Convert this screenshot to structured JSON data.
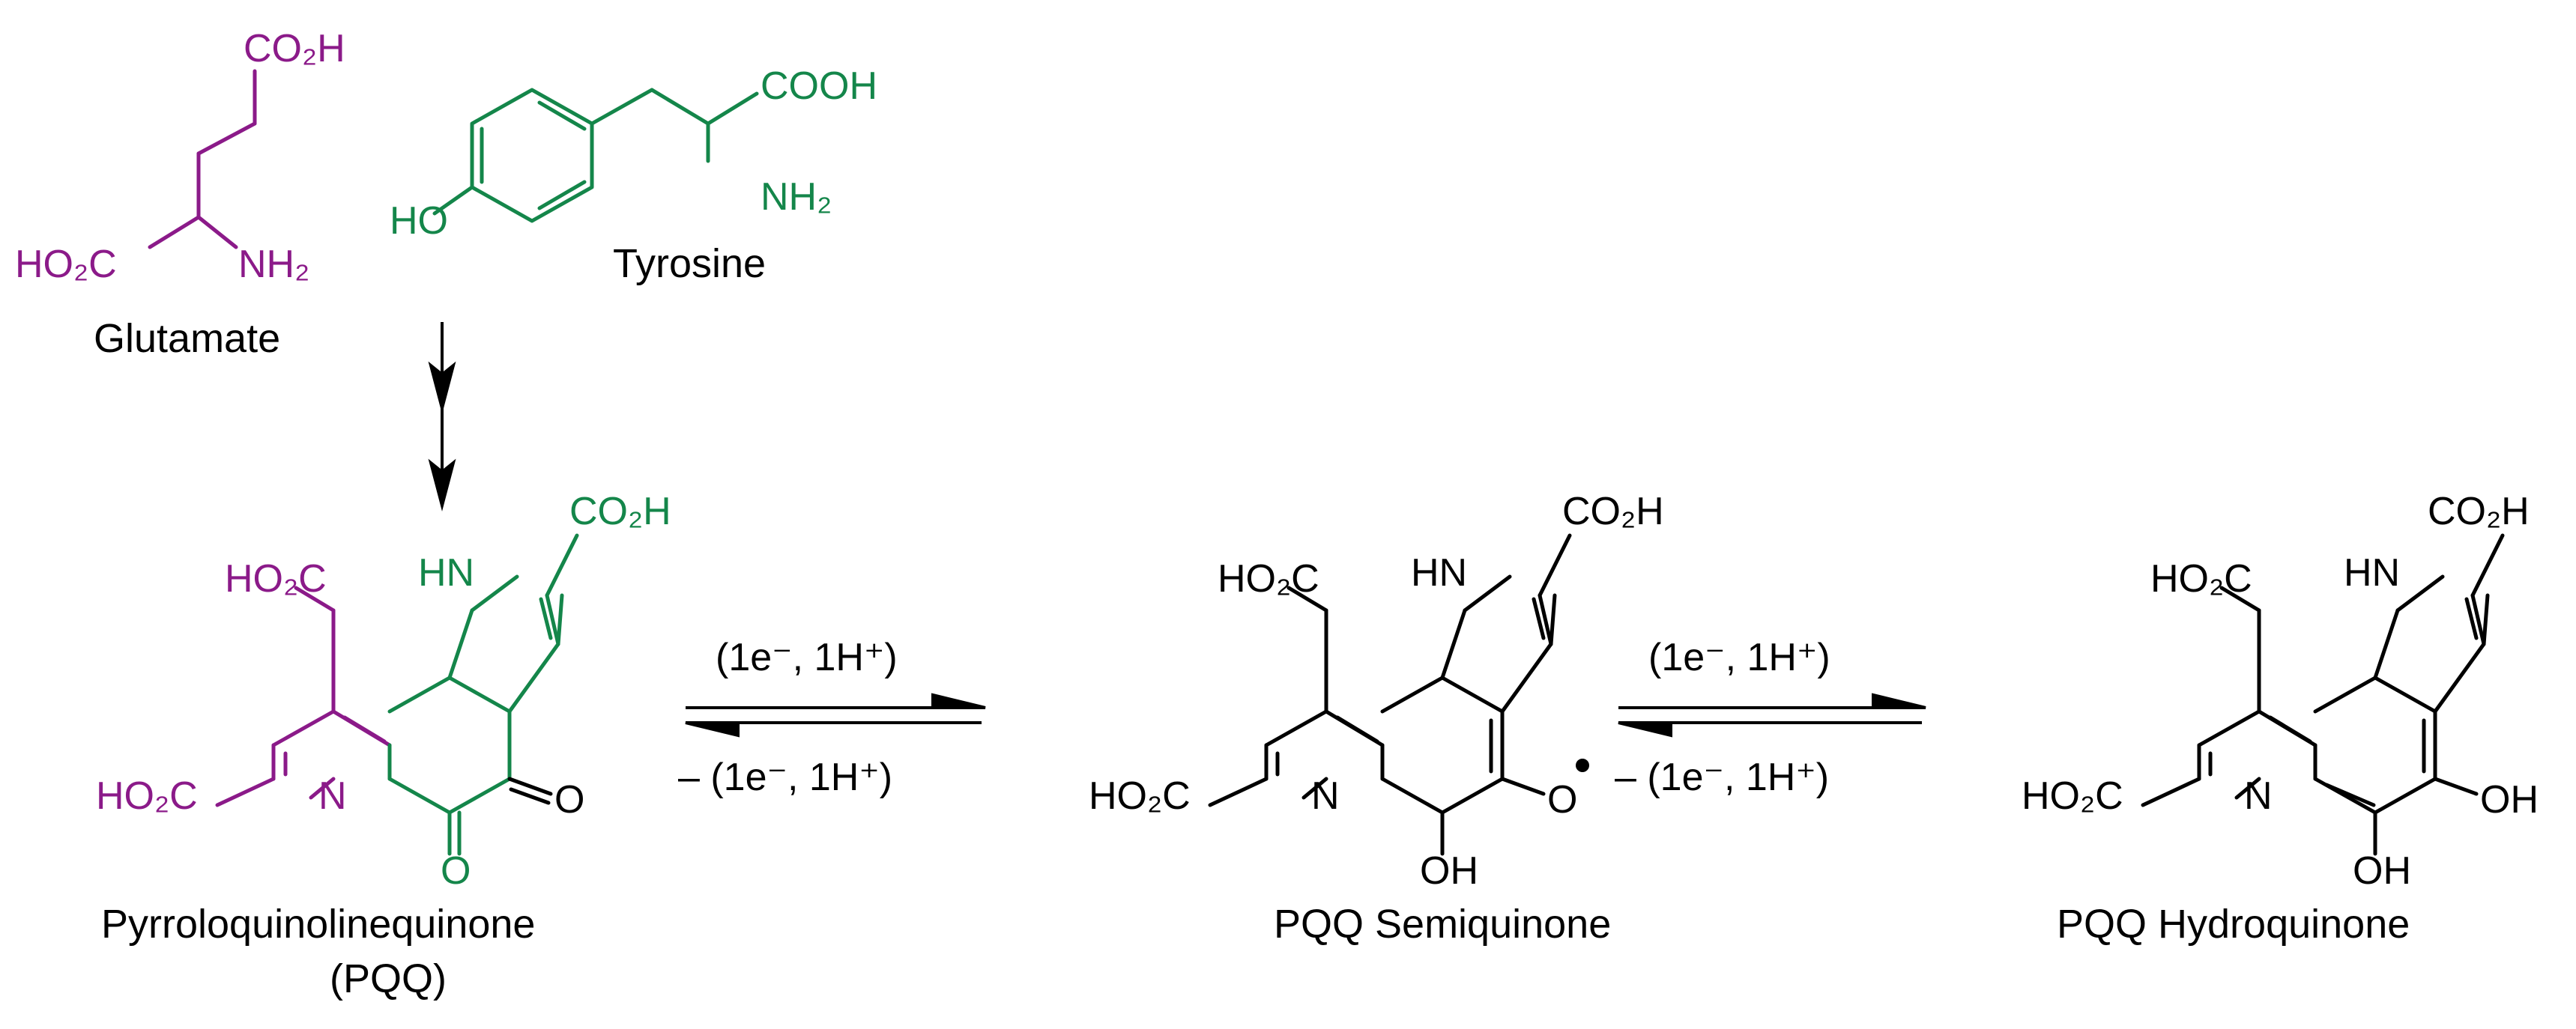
{
  "colors": {
    "glutamate": "#8b1a89",
    "tyrosine": "#14864a",
    "ink": "#000000"
  },
  "icons": [
    "down-arrow-icon",
    "equilibrium-arrows-icon",
    "radical-dot-icon"
  ],
  "glutamate": {
    "name": "Glutamate",
    "co2h_top": "CO₂H",
    "ho2c": "HO₂C",
    "nh2": "NH₂"
  },
  "tyrosine": {
    "name": "Tyrosine",
    "cooh": "COOH",
    "nh2": "NH₂",
    "ho": "HO"
  },
  "pqq": {
    "name_line1": "Pyrroloquinolinequinone",
    "name_line2": "(PQQ)",
    "co2h": "CO₂H",
    "hn": "HN",
    "ho2c_top": "HO₂C",
    "ho2c_left": "HO₂C",
    "n": "N",
    "o_right": "O",
    "o_bottom": "O"
  },
  "semiquinone": {
    "name": "PQQ Semiquinone",
    "co2h": "CO₂H",
    "hn": "HN",
    "ho2c_top": "HO₂C",
    "ho2c_left": "HO₂C",
    "n": "N",
    "o_radical": "O",
    "oh": "OH"
  },
  "hydroquinone": {
    "name": "PQQ Hydroquinone",
    "co2h": "CO₂H",
    "hn": "HN",
    "ho2c_top": "HO₂C",
    "ho2c_left": "HO₂C",
    "n": "N",
    "oh_right": "OH",
    "oh_bottom": "OH"
  },
  "equilibria": [
    {
      "forward": "(1e⁻, 1H⁺)",
      "reverse": "– (1e⁻, 1H⁺)"
    },
    {
      "forward": "(1e⁻, 1H⁺)",
      "reverse": "– (1e⁻, 1H⁺)"
    }
  ]
}
